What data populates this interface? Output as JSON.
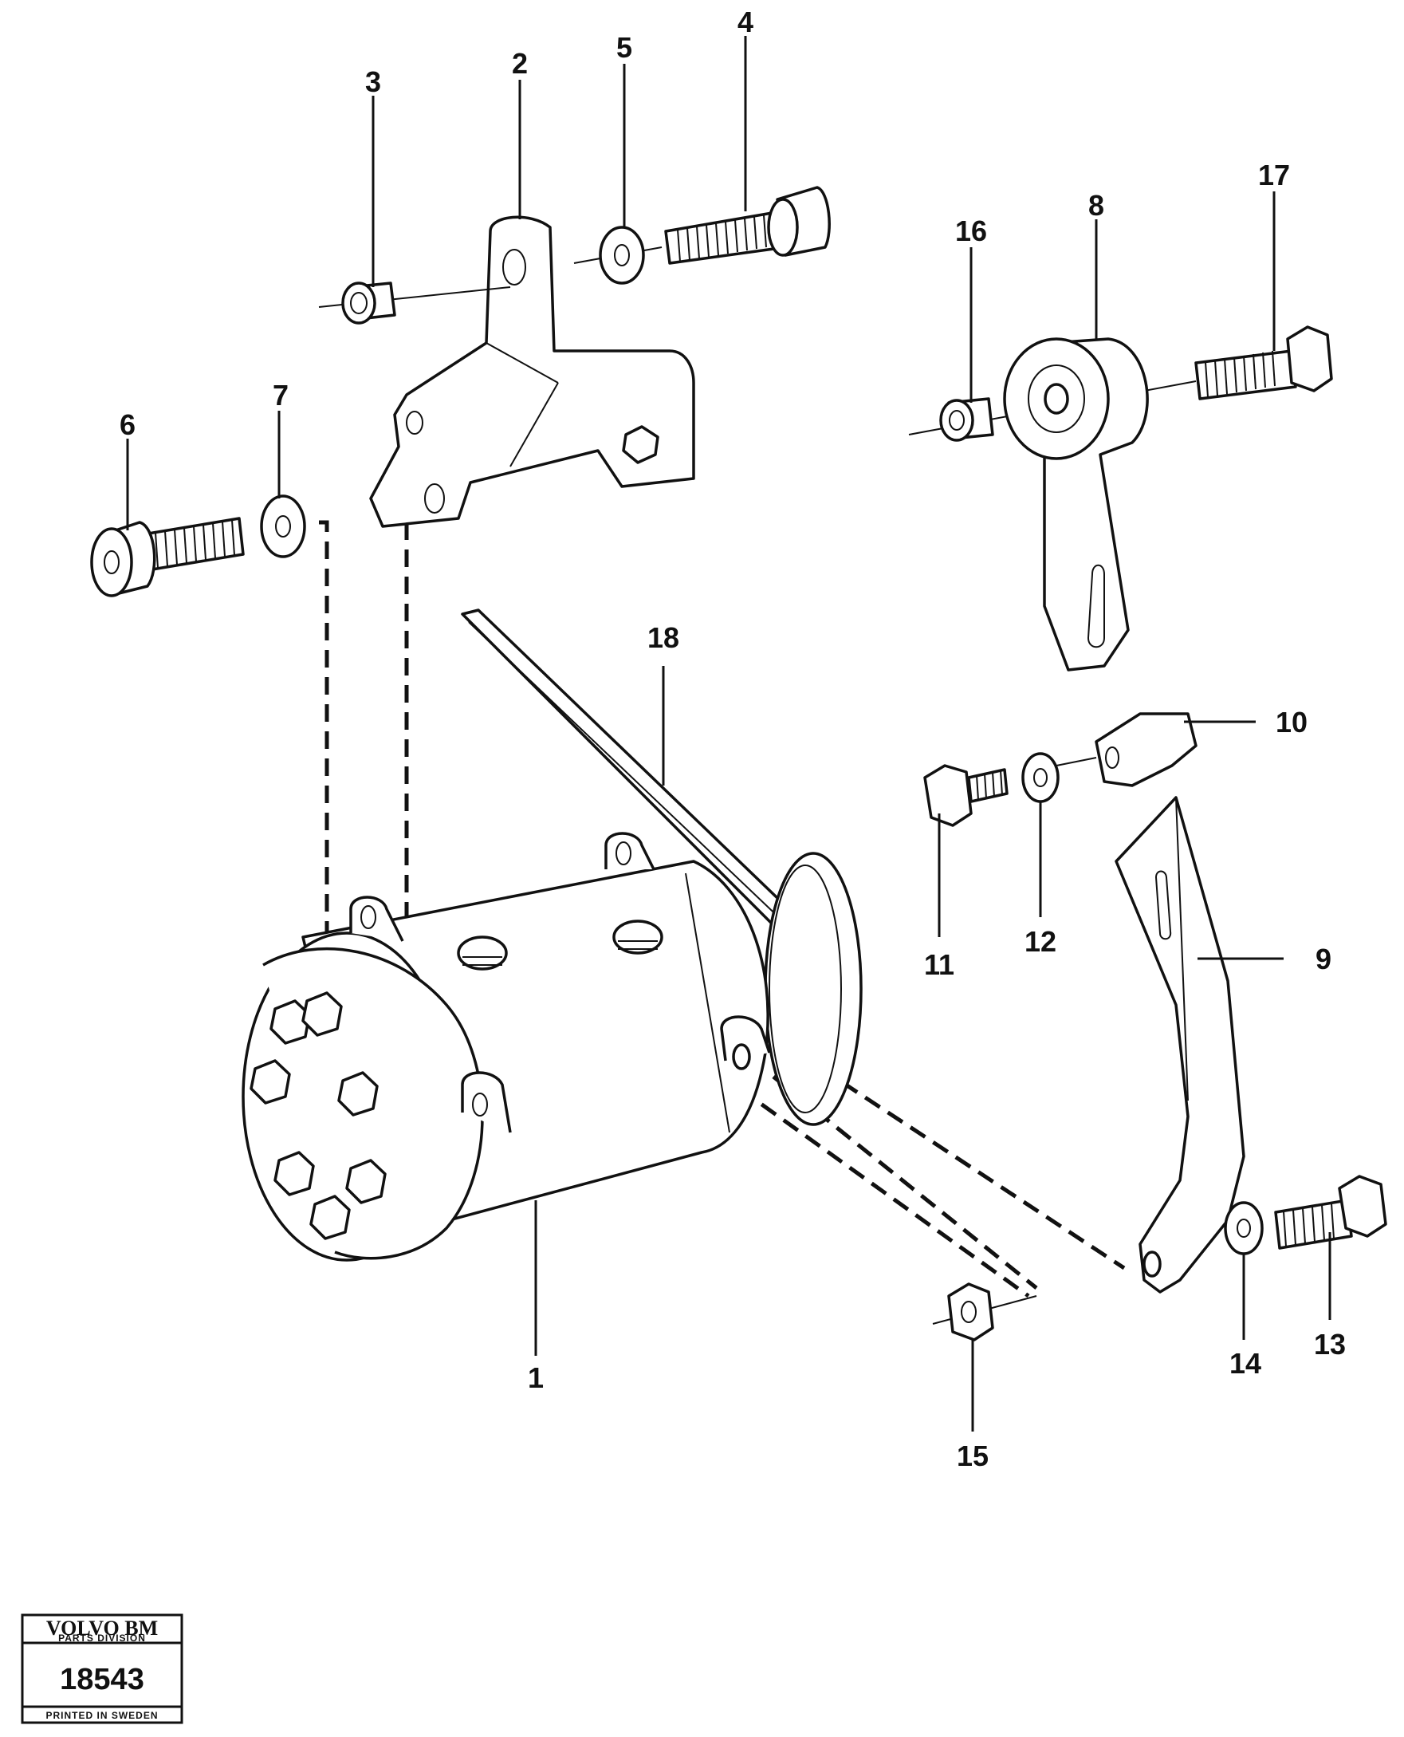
{
  "callouts": [
    "1",
    "2",
    "3",
    "4",
    "5",
    "6",
    "7",
    "8",
    "9",
    "10",
    "11",
    "12",
    "13",
    "14",
    "15",
    "16",
    "17",
    "18"
  ],
  "stamp": {
    "brand": "VOLVO BM",
    "division": "PARTS DIVISION",
    "number": "18543",
    "printed": "PRINTED IN SWEDEN"
  }
}
